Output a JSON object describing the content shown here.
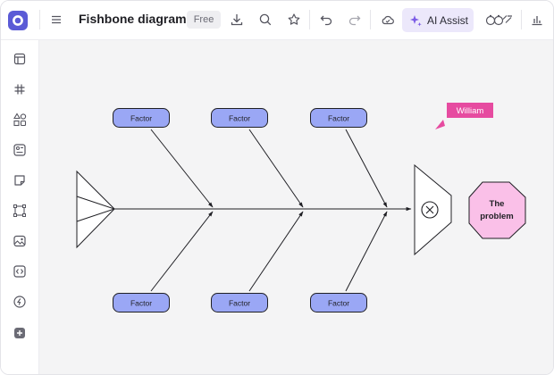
{
  "header": {
    "title": "Fishbone diagram",
    "plan_badge": "Free",
    "ai_assist_label": "AI Assist",
    "accent_color": "#5b5bd6",
    "ai_bg_color": "#ece8fb"
  },
  "toolbar_icons": [
    "menu-icon",
    "download-icon",
    "search-icon",
    "star-icon",
    "undo-icon",
    "redo-icon",
    "cloud-icon",
    "sparkle-icon",
    "collaborators-icon",
    "chart-icon"
  ],
  "sidebar_icons": [
    "layout-icon",
    "grid-icon",
    "shapes-icon",
    "templates-icon",
    "sticky-note-icon",
    "frame-icon",
    "image-icon",
    "embed-icon",
    "plugin-icon",
    "plus-icon"
  ],
  "diagram": {
    "factors": [
      "Factor",
      "Factor",
      "Factor",
      "Factor",
      "Factor",
      "Factor"
    ],
    "problem": [
      "The",
      "problem"
    ],
    "factor_color": "#9aa7f5",
    "problem_color": "#fac0e8"
  },
  "collaborator": {
    "name": "William",
    "color": "#e64ba0"
  }
}
